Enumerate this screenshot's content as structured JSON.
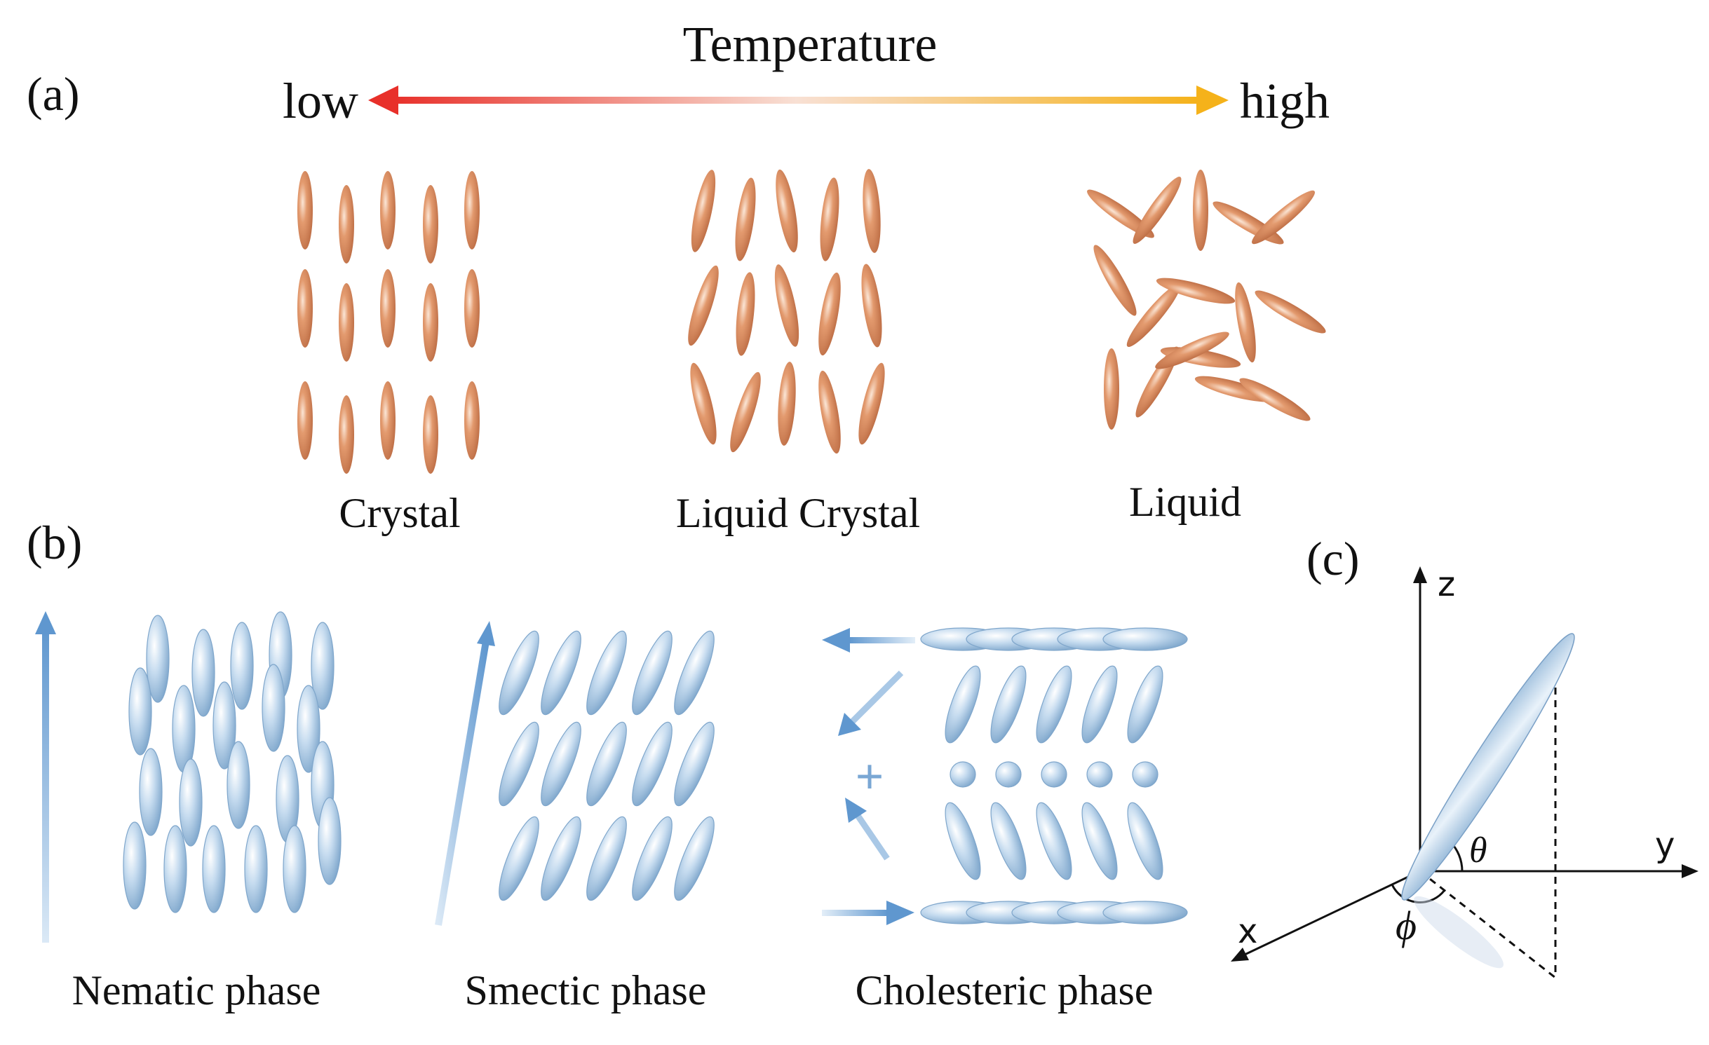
{
  "panel_a": {
    "label": "(a)",
    "temperature_title": "Temperature",
    "low_label": "low",
    "high_label": "high",
    "states": [
      {
        "name": "crystal",
        "label": "Crystal"
      },
      {
        "name": "liquid-crystal",
        "label": "Liquid Crystal"
      },
      {
        "name": "liquid",
        "label": "Liquid"
      }
    ],
    "colors": {
      "arrow_low": "#e8302a",
      "arrow_mid": "#f6d3c2",
      "arrow_high": "#f5b21a",
      "molecule": "#d9895e"
    }
  },
  "panel_b": {
    "label": "(b)",
    "phases": [
      {
        "name": "nematic",
        "label": "Nematic phase"
      },
      {
        "name": "smectic",
        "label": "Smectic phase"
      },
      {
        "name": "cholesteric",
        "label": "Cholesteric phase"
      }
    ],
    "plus_symbol": "+",
    "colors": {
      "molecule": "#8fb8dc",
      "arrow": "#6a9ed0"
    }
  },
  "panel_c": {
    "label": "(c)",
    "axis_z": "z",
    "axis_y": "y",
    "axis_x": "x",
    "theta": "θ",
    "phi": "ϕ"
  }
}
